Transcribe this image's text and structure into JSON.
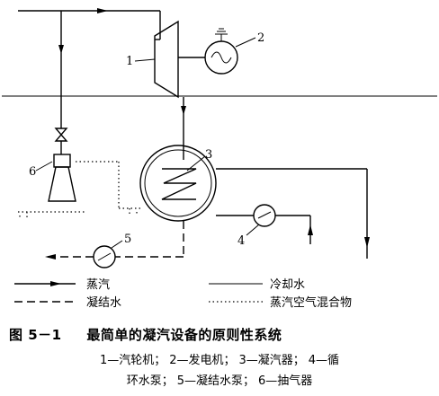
{
  "labels": {
    "turbine": "1",
    "generator": "2",
    "condenser": "3",
    "circ_pump": "4",
    "cond_pump": "5",
    "ejector": "6"
  },
  "legend": {
    "steam": "蒸汽",
    "cooling_water": "冷却水",
    "condensate": "凝结水",
    "steam_air_mix": "蒸汽空气混合物"
  },
  "caption": {
    "figure_number": "图 5－1",
    "title": "最简单的凝汽设备的原则性系统",
    "items": [
      "1—汽轮机；",
      "2—发电机；",
      "3—凝汽器；",
      "4—循",
      "环水泵；",
      "5—凝结水泵；",
      "6—抽气器"
    ]
  }
}
